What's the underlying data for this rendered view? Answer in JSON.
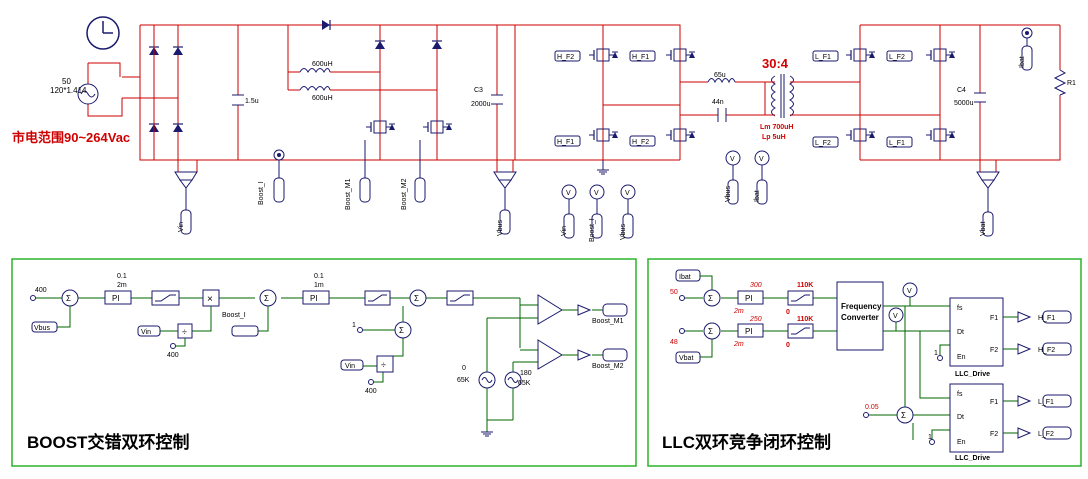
{
  "colors": {
    "power": "#cc0000",
    "ctrl": "#006600",
    "box": "#2bb32b",
    "comp": "#1a1a6e",
    "label": "#d00000"
  },
  "power": {
    "source_freq": "50",
    "source_amp": "120*1.414",
    "mains_range": "市电范围90~264Vac",
    "c1": "1.5u",
    "l1": "600uH",
    "l2": "600uH",
    "c3_name": "C3",
    "c3_val": "2000u",
    "ls": "65u",
    "cs": "44n",
    "ratio": "30:4",
    "lm": "Lm 700uH",
    "lp": "Lp 5uH",
    "c4_name": "C4",
    "c4_val": "5000u",
    "r1": "R1",
    "gate_h_f2a": "H_F2",
    "gate_h_f1a": "H_F1",
    "gate_h_f1b": "H_F1",
    "gate_h_f2b": "H_F2",
    "gate_l_f1a": "L_F1",
    "gate_l_f2a": "L_F2",
    "gate_l_f2b": "L_F2",
    "gate_l_f1b": "L_F1",
    "probe_boost_i": "Boost_I",
    "probe_boost_m1": "Boost_M1",
    "probe_boost_m2": "Boost_M2",
    "probe_vin": "Vin",
    "probe_vbus": "Vbus",
    "probe_vin2": "Vin",
    "probe_boost_i2": "Boost_I",
    "probe_vbus2": "Vbus",
    "probe_vbus3": "Vbus",
    "probe_ibat": "Ibat",
    "probe_ibat2": "Ibat",
    "probe_vbat": "Vbat",
    "meter_v": "V"
  },
  "boost": {
    "title": "BOOST交错双环控制",
    "ref": "400",
    "vbus": "Vbus",
    "pi1_k": "0.1",
    "pi1_t": "2m",
    "pi1": "PI",
    "pi2_k": "0.1",
    "pi2_t": "1m",
    "pi2": "PI",
    "vin": "Vin",
    "const400": "400",
    "boost_i": "Boost_I",
    "one": "1",
    "vin2": "Vin",
    "const400b": "400",
    "src1_phase": "0",
    "src1_freq": "65K",
    "src2_phase": "180",
    "src2_freq": "65K",
    "out_m1": "Boost_M1",
    "out_m2": "Boost_M2"
  },
  "llc": {
    "title": "LLC双环竞争闭环控制",
    "ibat": "Ibat",
    "ref1": "50",
    "ref2": "48",
    "vbat": "Vbat",
    "pi1": "PI",
    "pi1_k": "300",
    "pi1_t": "2m",
    "pi2": "PI",
    "pi2_k": "250",
    "pi2_t": "2m",
    "lim1_hi": "110K",
    "lim1_lo": "0",
    "lim2_hi": "110K",
    "lim2_lo": "0",
    "fc_line1": "Frequency",
    "fc_line2": "Converter",
    "one_a": "1",
    "one_b": "1",
    "bias": "0.05",
    "drv1": "LLC_Drive",
    "drv2": "LLC_Drive",
    "fs": "fs",
    "dt": "Dt",
    "en": "En",
    "f1": "F1",
    "f2": "F2",
    "out_hf1": "H_F1",
    "out_hf2": "H_F2",
    "out_lf1": "L_F1",
    "out_lf2": "L_F2"
  }
}
